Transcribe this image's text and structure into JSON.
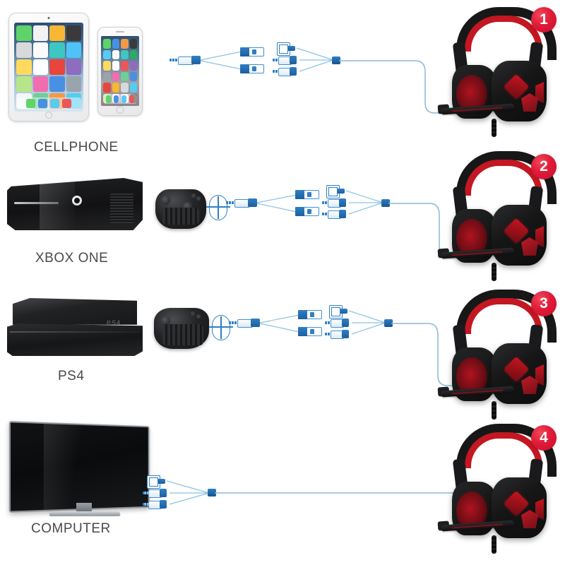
{
  "diagram": {
    "title": "Gaming headset device compatibility chart",
    "accent_color": "#2f7fc4",
    "badge_color": "#e01b38",
    "label_color": "#4a4a4a"
  },
  "rows": [
    {
      "id": "cellphone",
      "label": "CELLPHONE",
      "badge": "1",
      "devices": [
        "tablet",
        "smartphone"
      ],
      "needs_adapter": false,
      "cable_chain": [
        "3.5mm-4pole-male-plug",
        "2-in-1-splitter",
        "dual-3.5mm-female-jack",
        "usb-plug",
        "mic-3.5mm-plug",
        "audio-3.5mm-plug",
        "headset-cable"
      ]
    },
    {
      "id": "xbox-one",
      "label": "XBOX ONE",
      "badge": "2",
      "devices": [
        "xbox-console",
        "xbox-controller-chatpad"
      ],
      "needs_adapter": true,
      "cable_chain": [
        "controller-adapter",
        "3.5mm-4pole-male-plug",
        "2-in-1-splitter",
        "dual-3.5mm-female-jack",
        "usb-plug",
        "mic-3.5mm-plug",
        "audio-3.5mm-plug",
        "headset-cable"
      ]
    },
    {
      "id": "ps4",
      "label": "PS4",
      "badge": "3",
      "devices": [
        "ps4-console",
        "ps4-controller-keypad"
      ],
      "needs_adapter": true,
      "cable_chain": [
        "controller-adapter",
        "3.5mm-4pole-male-plug",
        "2-in-1-splitter",
        "dual-3.5mm-female-jack",
        "usb-plug",
        "mic-3.5mm-plug",
        "audio-3.5mm-plug",
        "headset-cable"
      ]
    },
    {
      "id": "computer",
      "label": "COMPUTER",
      "badge": "4",
      "devices": [
        "monitor"
      ],
      "needs_adapter": false,
      "cable_chain": [
        "usb-plug",
        "mic-3.5mm-plug",
        "audio-3.5mm-plug",
        "headset-cable"
      ]
    }
  ],
  "headset": {
    "name": "gaming-headset",
    "body_color": "#161617",
    "accent_color": "#c4151f",
    "parts": [
      "headband",
      "headband-pad",
      "ear-cup",
      "ear-pad",
      "boom-microphone",
      "braided-cable"
    ]
  },
  "connectors": {
    "usb": "usb-plug",
    "mic_jack": "mic-3.5mm-plug",
    "audio_jack": "audio-3.5mm-plug",
    "splitter_male": "3.5mm-4pole-male-plug",
    "female_jack": "3.5mm-female-jack",
    "adapter": "controller-adapter"
  },
  "ps4_mark": "PS4"
}
